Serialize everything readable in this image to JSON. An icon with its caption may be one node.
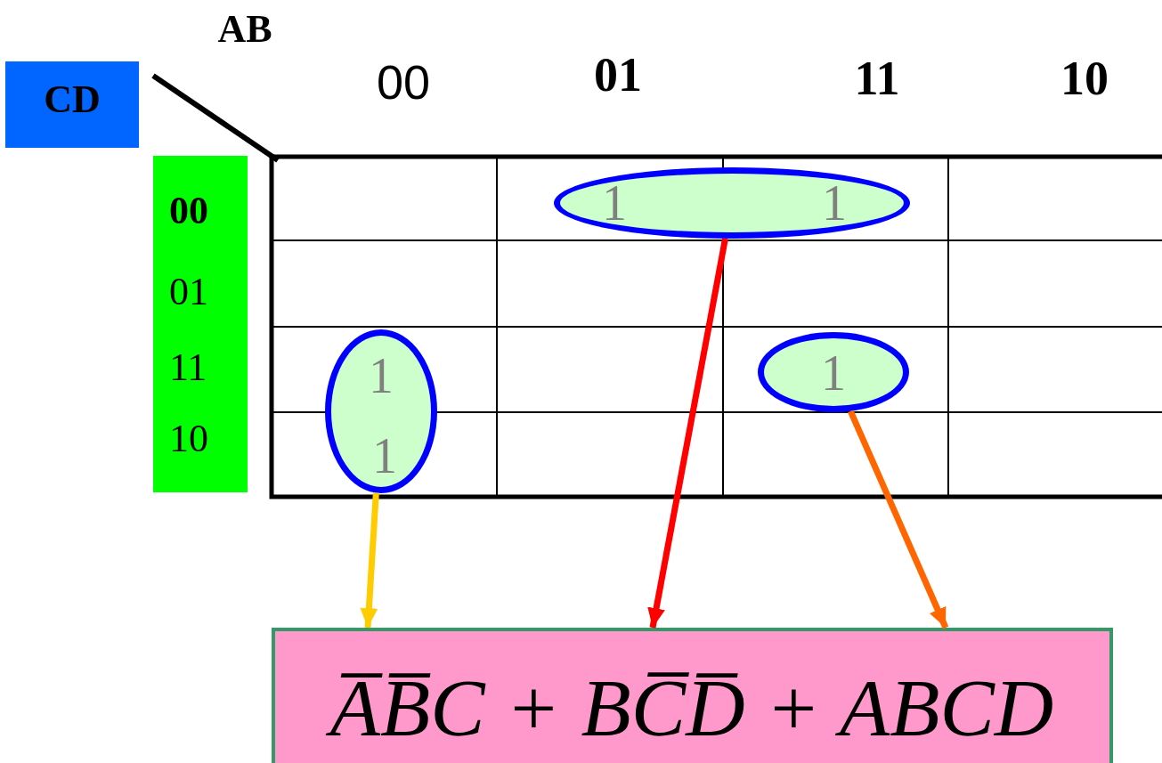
{
  "diagram": {
    "nodes": [
      {
        "text": [
          "CD"
        ]
      },
      {
        "text": [
          "00",
          "01",
          "11",
          "10"
        ]
      },
      {
        "text": [
          "1",
          "1"
        ]
      },
      {
        "text": [
          "1",
          "1"
        ]
      },
      {
        "text": [
          "1"
        ]
      },
      {
        "text": [
          "A̅B̅C + BC̅D̅ + ABCD"
        ]
      }
    ],
    "edges": [
      {
        "from": 3,
        "to": 5,
        "arrow": "to",
        "color": "#ffcc00"
      },
      {
        "from": 2,
        "to": 5,
        "arrow": "to",
        "color": "#ff0000"
      },
      {
        "from": 4,
        "to": 5,
        "arrow": "to",
        "color": "#ff6600"
      }
    ],
    "labels": [
      "AB",
      "00",
      "01",
      "11",
      "10"
    ]
  }
}
